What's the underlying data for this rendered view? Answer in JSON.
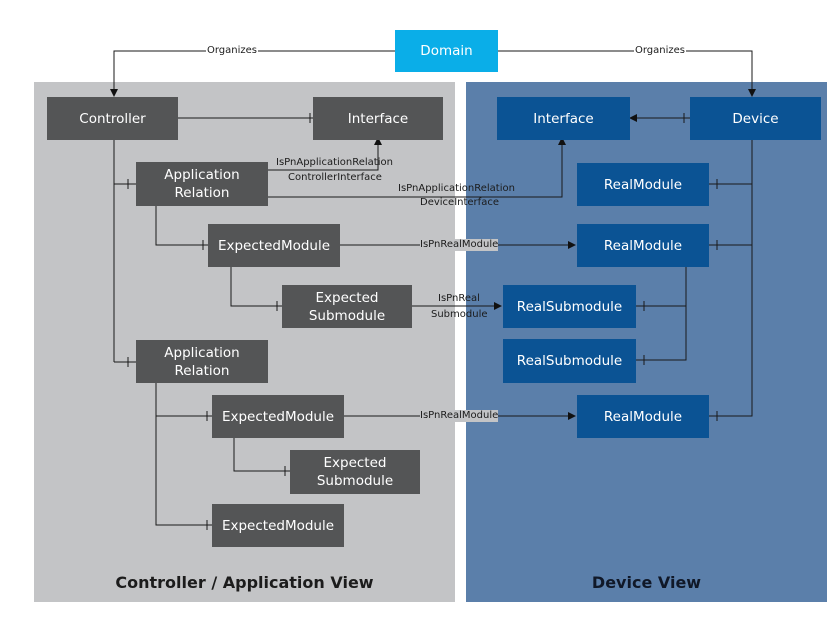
{
  "domain": {
    "label": "Domain"
  },
  "views": {
    "left_title": "Controller / Application View",
    "right_title": "Device View"
  },
  "left_nodes": {
    "controller": "Controller",
    "interface": "Interface",
    "app_relation_1": "Application\nRelation",
    "expected_module_1": "ExpectedModule",
    "expected_submodule_1": "Expected\nSubmodule",
    "app_relation_2": "Application\nRelation",
    "expected_module_2": "ExpectedModule",
    "expected_submodule_2": "Expected\nSubmodule",
    "expected_module_3": "ExpectedModule"
  },
  "right_nodes": {
    "interface": "Interface",
    "device": "Device",
    "real_module_1": "RealModule",
    "real_module_2": "RealModule",
    "real_submodule_1": "RealSubmodule",
    "real_submodule_2": "RealSubmodule",
    "real_module_3": "RealModule"
  },
  "edge_labels": {
    "organizes_left": "Organizes",
    "organizes_right": "Organizes",
    "pn_app_rel_ctrl_1": "IsPnApplicationRelation",
    "pn_app_rel_ctrl_2": "ControllerInterface",
    "pn_app_rel_dev_1": "IsPnApplicationRelation",
    "pn_app_rel_dev_2": "DeviceInterface",
    "pn_real_module_1": "IsPnRealModule",
    "pn_real_sub_1": "IsPnReal",
    "pn_real_sub_2": "Submodule",
    "pn_real_module_2": "IsPnRealModule"
  },
  "colors": {
    "left_panel": "#c3c4c6",
    "right_panel": "#5b7faa",
    "gray_node": "#545556",
    "blue_node": "#0b5394",
    "domain_node": "#0aaee8"
  }
}
